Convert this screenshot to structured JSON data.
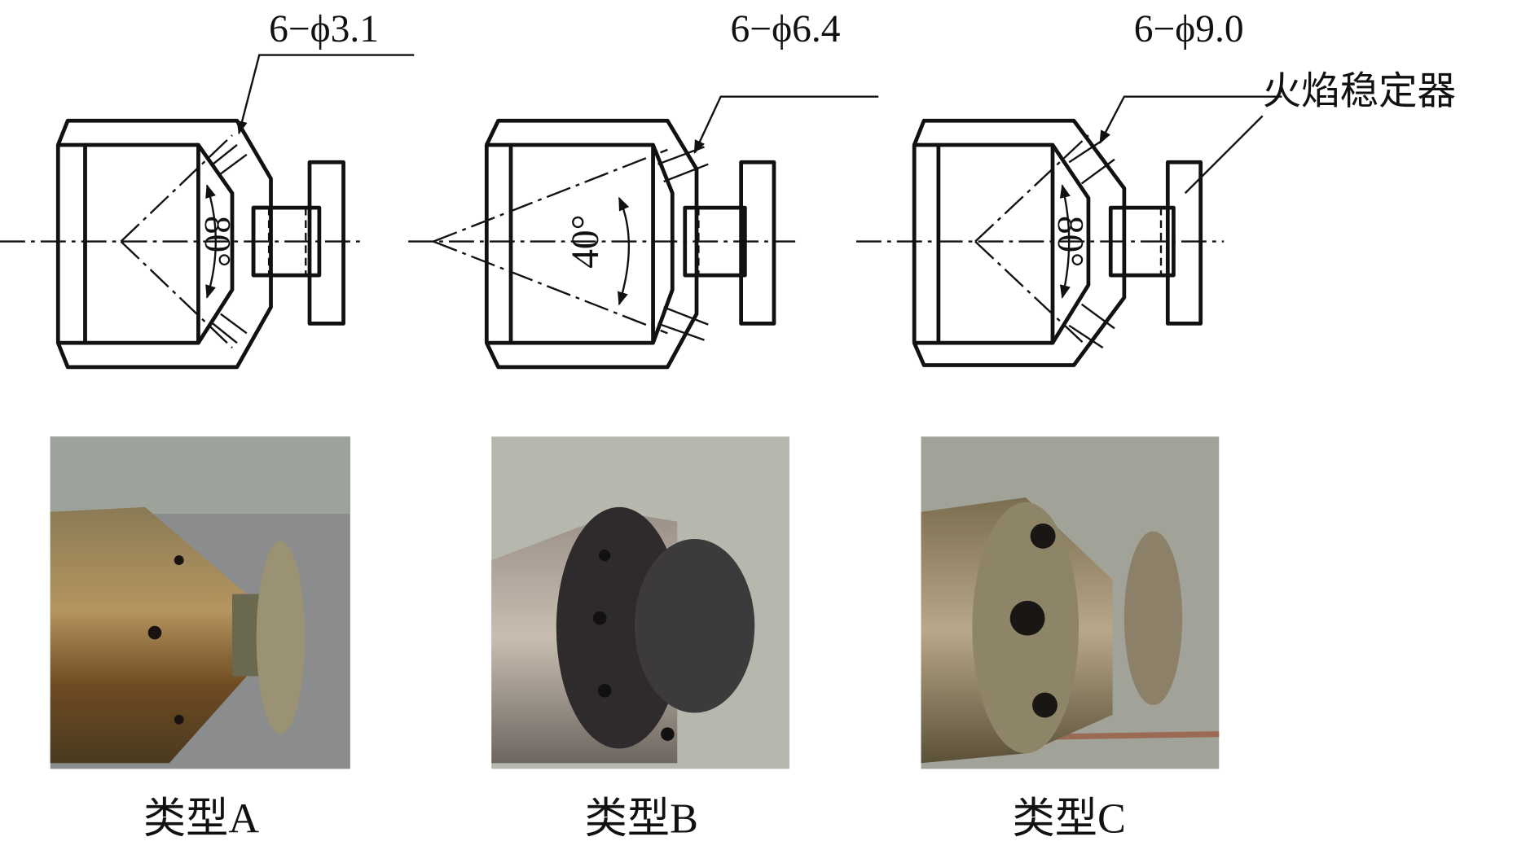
{
  "figure": {
    "nozzles": [
      {
        "id": "A",
        "hole_spec": "6−ϕ3.1",
        "angle": "80°",
        "caption": "类型A"
      },
      {
        "id": "B",
        "hole_spec": "6−ϕ6.4",
        "angle": "40°",
        "caption": "类型B"
      },
      {
        "id": "C",
        "hole_spec": "6−ϕ9.0",
        "angle": "80°",
        "caption": "类型C"
      }
    ],
    "stabilizer_label": "火焰稳定器"
  }
}
